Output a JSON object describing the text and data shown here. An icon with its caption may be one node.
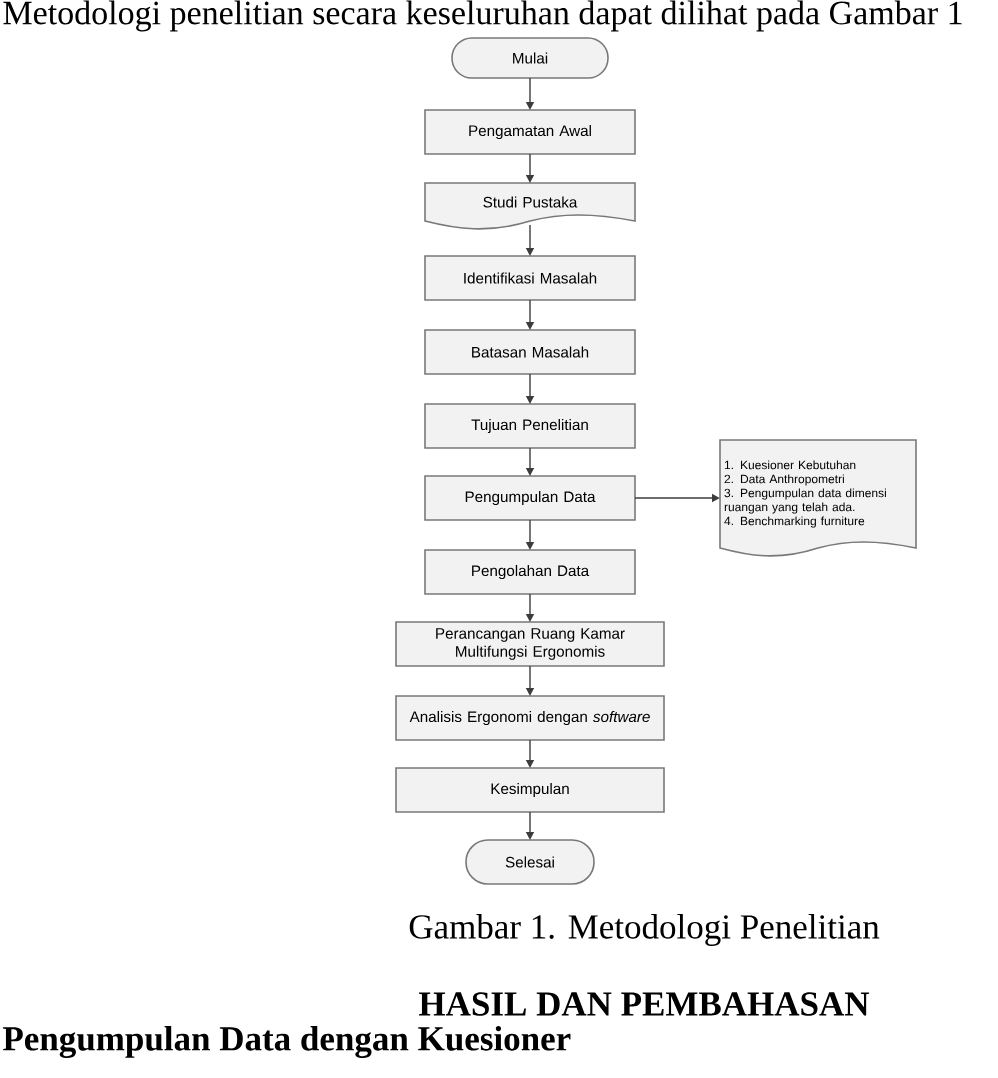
{
  "diagram": {
    "caption": "Gambar 1. Metodologi Penelitian",
    "nodes": [
      {
        "text": [
          "Mulai"
        ]
      },
      {
        "text": [
          "Pengamatan Awal"
        ]
      },
      {
        "text": [
          "Studi Pustaka"
        ]
      },
      {
        "text": [
          "Identifikasi Masalah"
        ]
      },
      {
        "text": [
          "Batasan Masalah"
        ]
      },
      {
        "text": [
          "Tujuan Penelitian"
        ]
      },
      {
        "text": [
          "Pengumpulan Data"
        ]
      },
      {
        "text": [
          "Pengolahan Data"
        ]
      },
      {
        "text": [
          "Perancangan Ruang Kamar Multifungsi Ergonomis"
        ]
      },
      {
        "text": [
          "Analisis Ergonomi dengan *software*"
        ]
      },
      {
        "text": [
          "Kesimpulan"
        ]
      },
      {
        "text": [
          "Selesai"
        ]
      },
      {
        "text": [
          "1. Kuesioner Kebutuhan",
          "2. Data Anthropometri",
          "3. Pengumpulan data dimensi ruangan yang telah ada.",
          "4. Benchmarking furniture"
        ]
      }
    ],
    "edges": [
      {
        "from": 0,
        "to": 1,
        "arrow": "to"
      },
      {
        "from": 1,
        "to": 2,
        "arrow": "to"
      },
      {
        "from": 2,
        "to": 3,
        "arrow": "to"
      },
      {
        "from": 3,
        "to": 4,
        "arrow": "to"
      },
      {
        "from": 4,
        "to": 5,
        "arrow": "to"
      },
      {
        "from": 5,
        "to": 6,
        "arrow": "to"
      },
      {
        "from": 6,
        "to": 7,
        "arrow": "to"
      },
      {
        "from": 7,
        "to": 8,
        "arrow": "to"
      },
      {
        "from": 8,
        "to": 9,
        "arrow": "to"
      },
      {
        "from": 9,
        "to": 10,
        "arrow": "to"
      },
      {
        "from": 10,
        "to": 11,
        "arrow": "to"
      },
      {
        "from": 6,
        "to": 12,
        "arrow": "to"
      }
    ],
    "labels": [
      "Metodologi penelitian secara keseluruhan dapat dilihat pada Gambar 1",
      "HASIL DAN PEMBAHASAN",
      "Pengumpulan Data dengan Kuesioner"
    ]
  }
}
